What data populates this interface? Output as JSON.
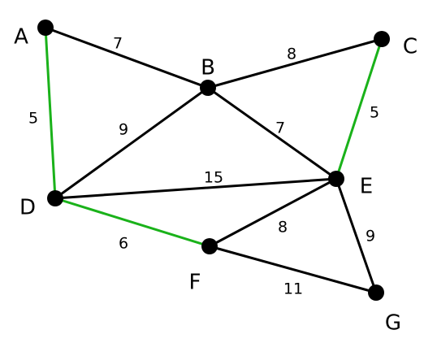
{
  "colors": {
    "background": "#ffffff",
    "edge_default": "#000000",
    "edge_highlight": "#1ab21a",
    "node": "#000000"
  },
  "nodes": [
    {
      "id": "A",
      "label": "A"
    },
    {
      "id": "B",
      "label": "B"
    },
    {
      "id": "C",
      "label": "C"
    },
    {
      "id": "D",
      "label": "D"
    },
    {
      "id": "E",
      "label": "E"
    },
    {
      "id": "F",
      "label": "F"
    },
    {
      "id": "G",
      "label": "G"
    }
  ],
  "edges": [
    {
      "id": "A-B",
      "from": "A",
      "to": "B",
      "weight": "7",
      "highlighted": false
    },
    {
      "id": "A-D",
      "from": "A",
      "to": "D",
      "weight": "5",
      "highlighted": true
    },
    {
      "id": "B-C",
      "from": "B",
      "to": "C",
      "weight": "8",
      "highlighted": false
    },
    {
      "id": "B-D",
      "from": "B",
      "to": "D",
      "weight": "9",
      "highlighted": false
    },
    {
      "id": "B-E",
      "from": "B",
      "to": "E",
      "weight": "7",
      "highlighted": false
    },
    {
      "id": "C-E",
      "from": "C",
      "to": "E",
      "weight": "5",
      "highlighted": true
    },
    {
      "id": "D-E",
      "from": "D",
      "to": "E",
      "weight": "15",
      "highlighted": false
    },
    {
      "id": "D-F",
      "from": "D",
      "to": "F",
      "weight": "6",
      "highlighted": true
    },
    {
      "id": "E-F",
      "from": "E",
      "to": "F",
      "weight": "8",
      "highlighted": false
    },
    {
      "id": "E-G",
      "from": "E",
      "to": "G",
      "weight": "9",
      "highlighted": false
    },
    {
      "id": "F-G",
      "from": "F",
      "to": "G",
      "weight": "11",
      "highlighted": false
    }
  ]
}
